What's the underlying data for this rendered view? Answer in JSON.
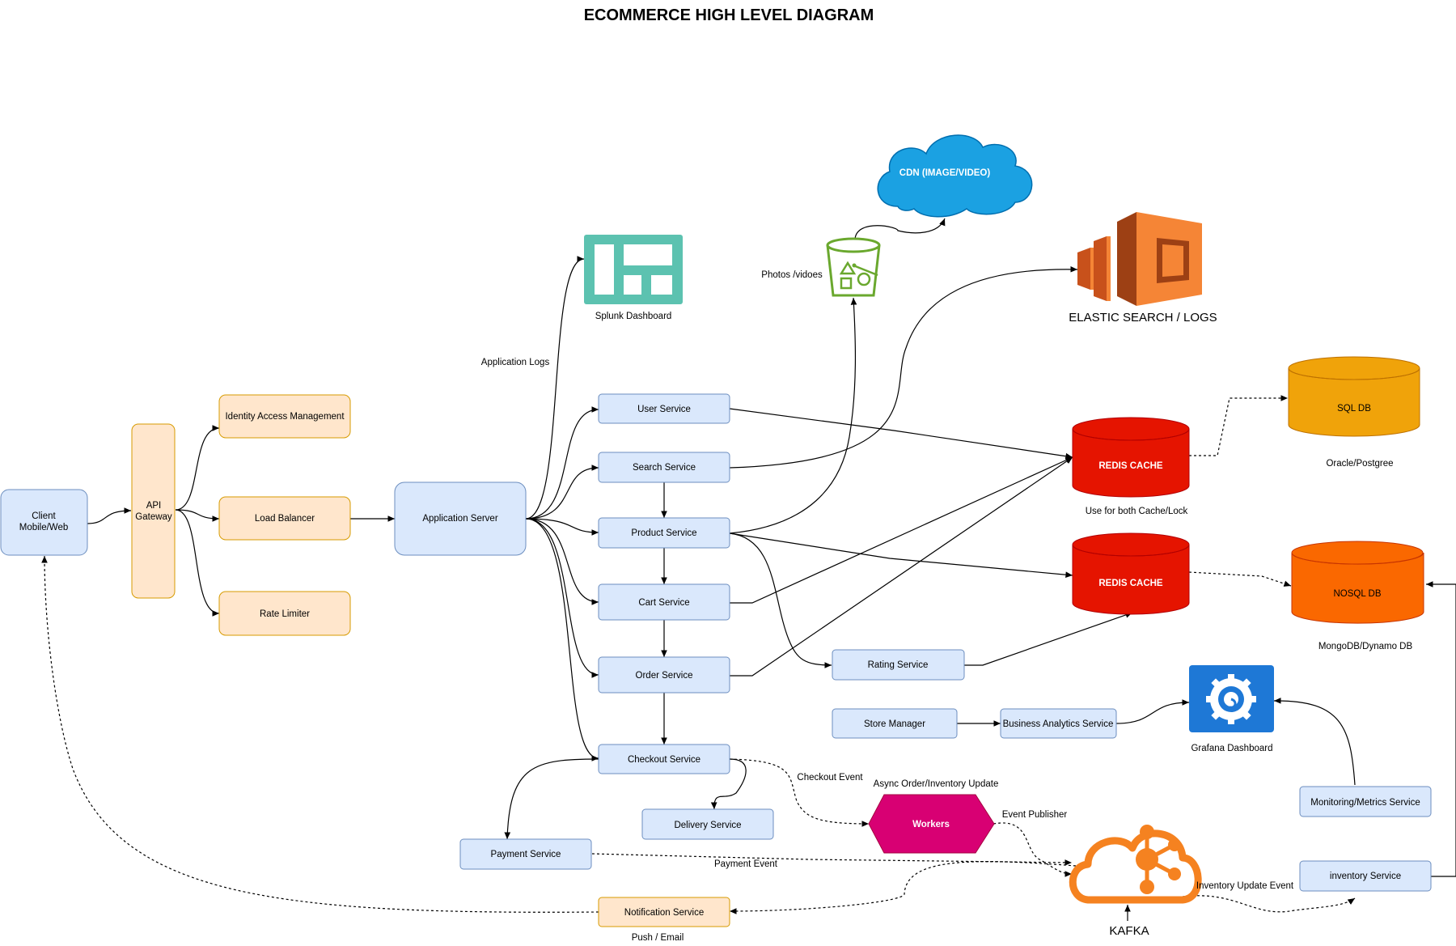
{
  "title": "ECOMMERCE HIGH LEVEL DIAGRAM",
  "colors": {
    "blue_fill": "#dae8fc",
    "blue_stroke": "#6c8ebf",
    "orange_fill": "#ffe6cc",
    "orange_stroke": "#d79b00",
    "redis": "#e51400",
    "sqldb": "#f0a30a",
    "nosqldb": "#fa6800",
    "workers": "#d80073",
    "cdn": "#1ba1e2",
    "kafka": "#f58220",
    "elastic": "#f58536",
    "splunk": "#5cc2b0",
    "grafana": "#1e78d6",
    "s3": "#6aa82e"
  },
  "nodes": {
    "client": "Client\nMobile/Web",
    "api_gateway": "API\nGateway",
    "iam": "Identity Access Management",
    "load_balancer": "Load Balancer",
    "rate_limiter": "Rate Limiter",
    "app_server": "Application Server",
    "user_service": "User Service",
    "search_service": "Search Service",
    "product_service": "Product Service",
    "cart_service": "Cart Service",
    "order_service": "Order Service",
    "checkout_service": "Checkout Service",
    "delivery_service": "Delivery Service",
    "payment_service": "Payment Service",
    "notification_service": "Notification Service",
    "rating_service": "Rating Service",
    "store_manager": "Store Manager",
    "business_analytics": "Business Analytics Service",
    "monitoring_service": "Monitoring/Metrics Service",
    "inventory_service": "inventory Service",
    "workers": "Workers",
    "redis_1": "REDIS CACHE",
    "redis_2": "REDIS CACHE",
    "sql_db": "SQL DB",
    "nosql_db": "NOSQL DB",
    "cdn": "CDN (IMAGE/VIDEO)"
  },
  "labels": {
    "splunk": "Splunk Dashboard",
    "elastic": "ELASTIC SEARCH / LOGS",
    "photos": "Photos /vidoes",
    "app_logs": "Application Logs",
    "redis_note": "Use for both Cache/Lock",
    "sql_note": "Oracle/Postgree",
    "nosql_note": "MongoDB/Dynamo DB",
    "grafana": "Grafana Dashboard",
    "kafka": "KAFKA",
    "checkout_event": "Checkout Event",
    "async_update": "Async Order/Inventory Update",
    "event_publisher": "Event Publisher",
    "payment_event": "Payment Event",
    "inventory_event": "Inventory Update Event",
    "push_email": "Push / Email"
  }
}
